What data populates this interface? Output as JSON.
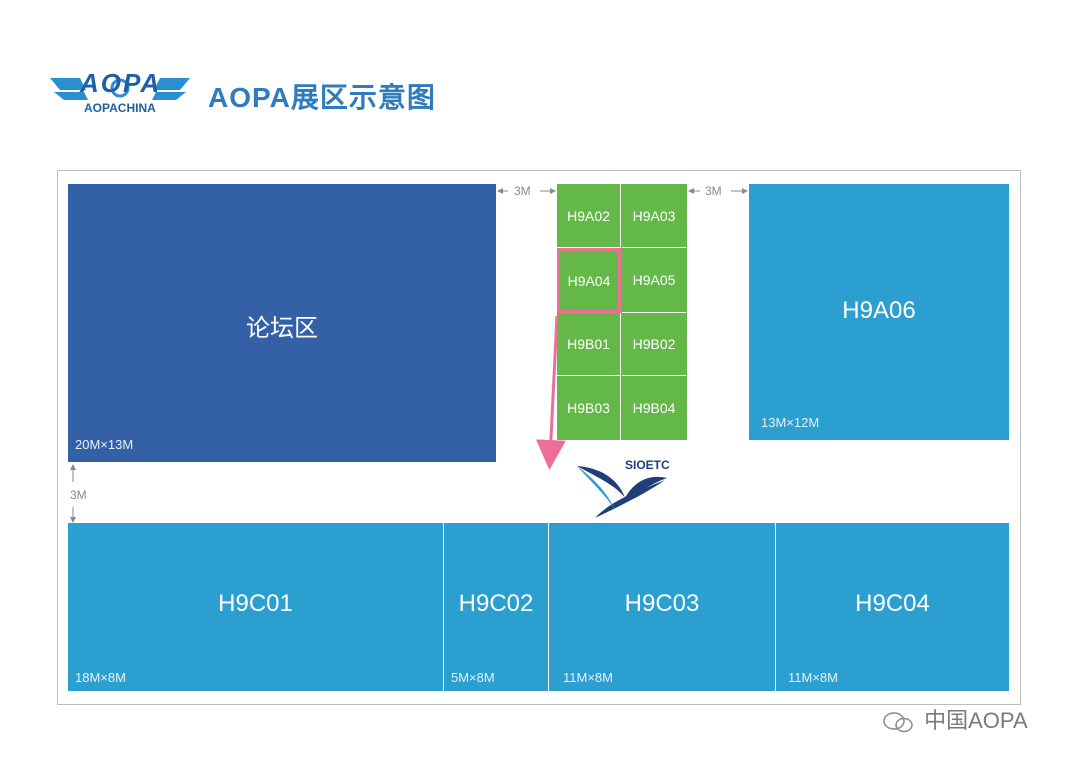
{
  "header": {
    "title": "AOPA展区示意图",
    "logo_text": "AOPA",
    "logo_sub": "AOPACHINA"
  },
  "colors": {
    "forum": "#3460a6",
    "booth": "#2b9fcf",
    "small_booth": "#63b847",
    "highlight": "#ee6e9a",
    "title": "#2e7bbf"
  },
  "forum": {
    "name": "论坛区",
    "dim": "20M×13M"
  },
  "h9a06": {
    "name": "H9A06",
    "dim": "13M×12M"
  },
  "grid": {
    "cells": [
      "H9A02",
      "H9A03",
      "H9A04",
      "H9A05",
      "H9B01",
      "H9B02",
      "H9B03",
      "H9B04"
    ],
    "highlighted": "H9A04"
  },
  "gaps": {
    "left": "3M",
    "right": "3M",
    "vertical": "3M"
  },
  "sponsor_logo": "SIOETC",
  "bottom_row": [
    {
      "name": "H9C01",
      "dim": "18M×8M"
    },
    {
      "name": "H9C02",
      "dim": "5M×8M"
    },
    {
      "name": "H9C03",
      "dim": "11M×8M"
    },
    {
      "name": "H9C04",
      "dim": "11M×8M"
    }
  ],
  "watermark": "中国AOPA"
}
